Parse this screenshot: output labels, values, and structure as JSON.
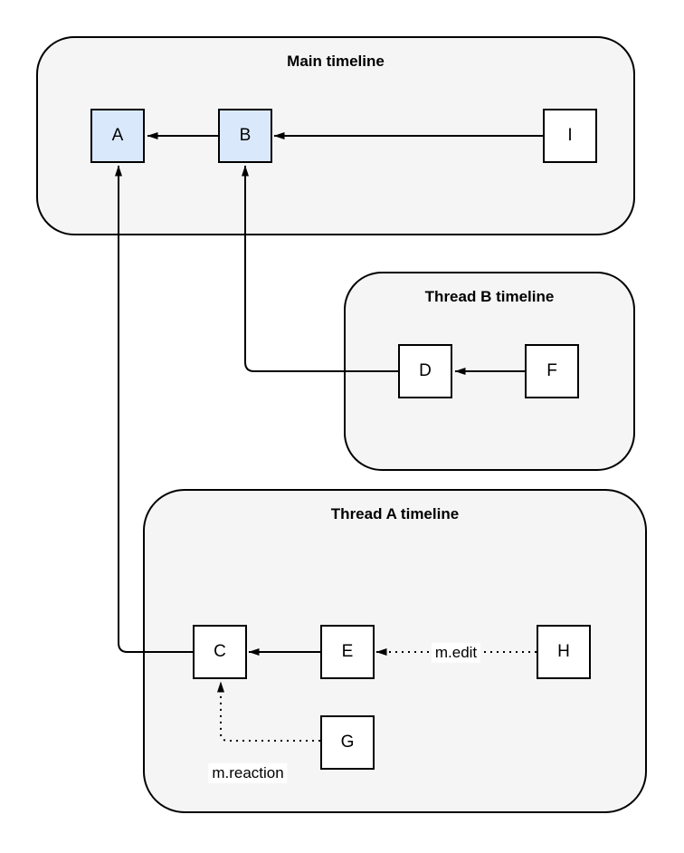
{
  "colors": {
    "background": "#ffffff",
    "container_fill": "#f5f5f5",
    "container_stroke": "#000000",
    "node_fill": "#ffffff",
    "node_highlight_fill": "#dae8fc",
    "node_stroke": "#000000",
    "edge_color": "#000000",
    "edge_label_background": "#ffffff",
    "text": "#000000"
  },
  "containers": [
    {
      "id": "main",
      "title": "Main timeline"
    },
    {
      "id": "thread-b",
      "title": "Thread B timeline"
    },
    {
      "id": "thread-a",
      "title": "Thread A timeline"
    }
  ],
  "nodes": [
    {
      "id": "A",
      "label": "A",
      "container": "main",
      "highlighted": true
    },
    {
      "id": "B",
      "label": "B",
      "container": "main",
      "highlighted": true
    },
    {
      "id": "I",
      "label": "I",
      "container": "main",
      "highlighted": false
    },
    {
      "id": "D",
      "label": "D",
      "container": "thread-b",
      "highlighted": false
    },
    {
      "id": "F",
      "label": "F",
      "container": "thread-b",
      "highlighted": false
    },
    {
      "id": "C",
      "label": "C",
      "container": "thread-a",
      "highlighted": false
    },
    {
      "id": "E",
      "label": "E",
      "container": "thread-a",
      "highlighted": false
    },
    {
      "id": "H",
      "label": "H",
      "container": "thread-a",
      "highlighted": false
    },
    {
      "id": "G",
      "label": "G",
      "container": "thread-a",
      "highlighted": false
    }
  ],
  "edges": [
    {
      "from": "B",
      "to": "A",
      "style": "solid",
      "label": ""
    },
    {
      "from": "I",
      "to": "B",
      "style": "solid",
      "label": ""
    },
    {
      "from": "F",
      "to": "D",
      "style": "solid",
      "label": ""
    },
    {
      "from": "D",
      "to": "B",
      "style": "solid",
      "label": ""
    },
    {
      "from": "C",
      "to": "A",
      "style": "solid",
      "label": ""
    },
    {
      "from": "E",
      "to": "C",
      "style": "solid",
      "label": ""
    },
    {
      "from": "H",
      "to": "E",
      "style": "dotted",
      "label": "m.edit"
    },
    {
      "from": "G",
      "to": "C",
      "style": "dotted",
      "label": "m.reaction"
    }
  ]
}
